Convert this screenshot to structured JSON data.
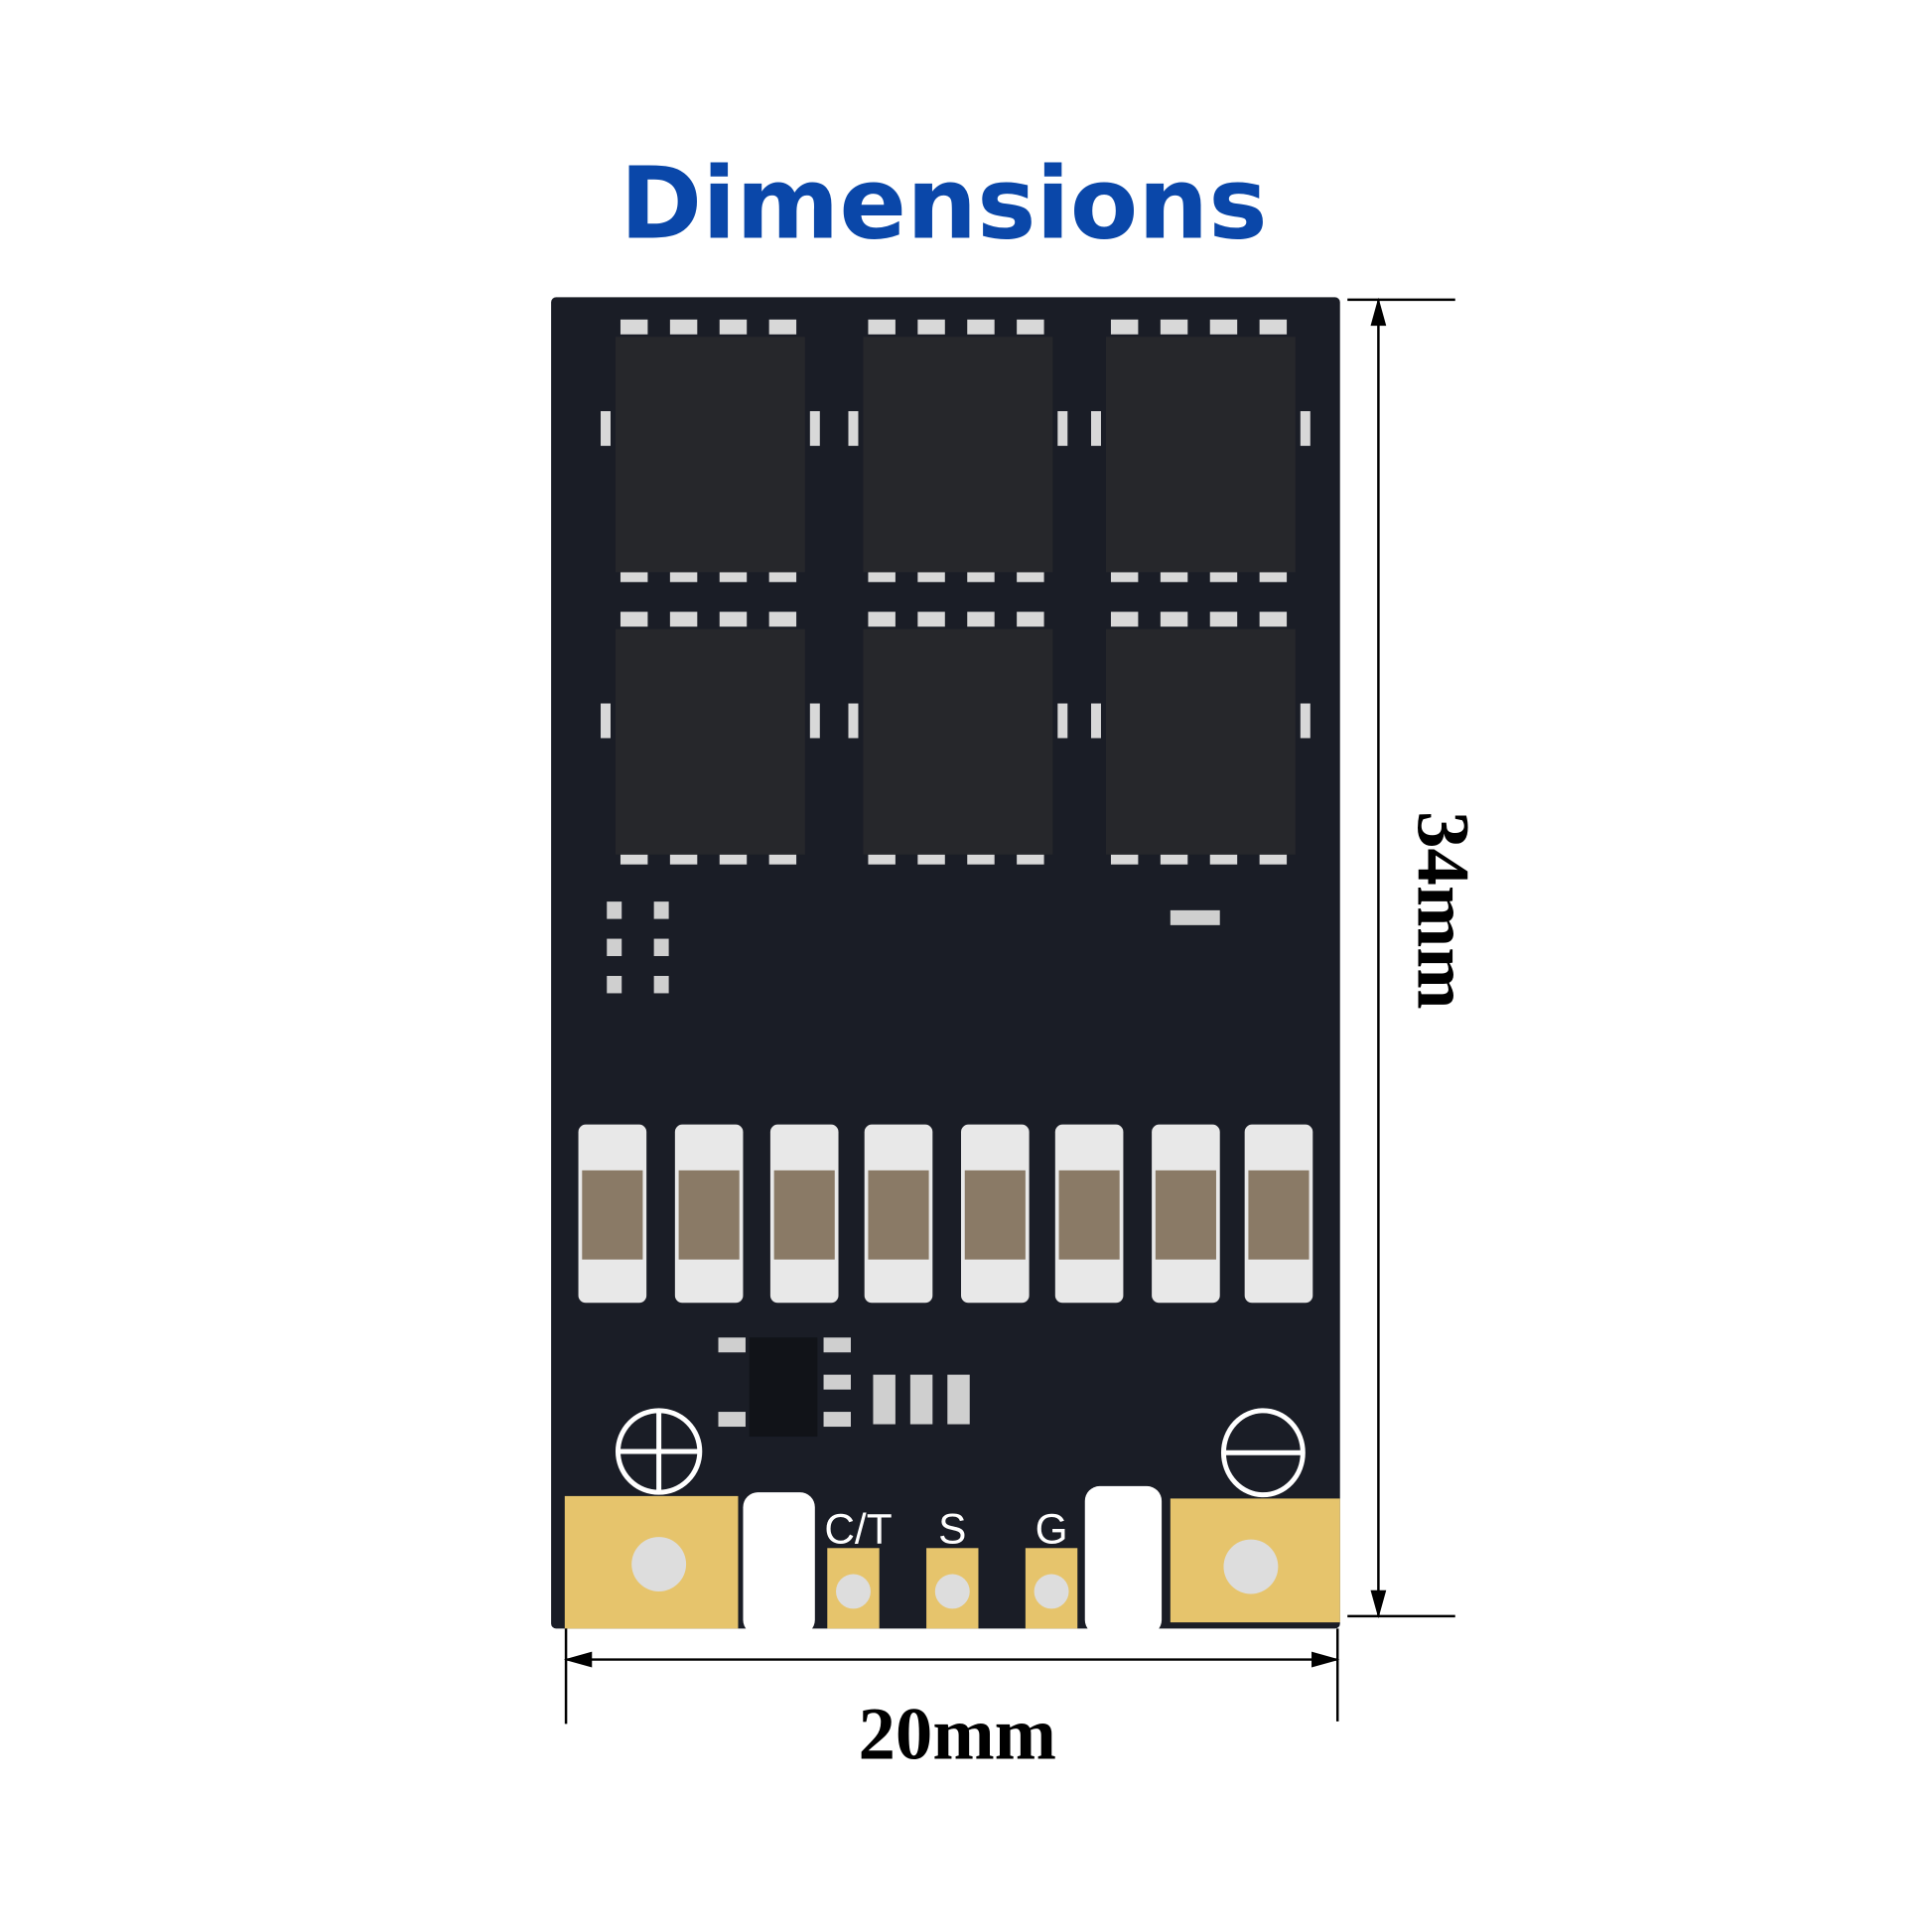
{
  "title": "Dimensions",
  "dimensions": {
    "height_label": "34mm",
    "width_label": "20mm"
  },
  "board": {
    "pad_labels": [
      "C/T",
      "S",
      "G"
    ],
    "power_symbols": [
      "plus-terminal",
      "minus-terminal"
    ],
    "colors": {
      "pcb": "#1a1d26",
      "pad": "#e6c46c",
      "title": "#0a47a9"
    }
  }
}
